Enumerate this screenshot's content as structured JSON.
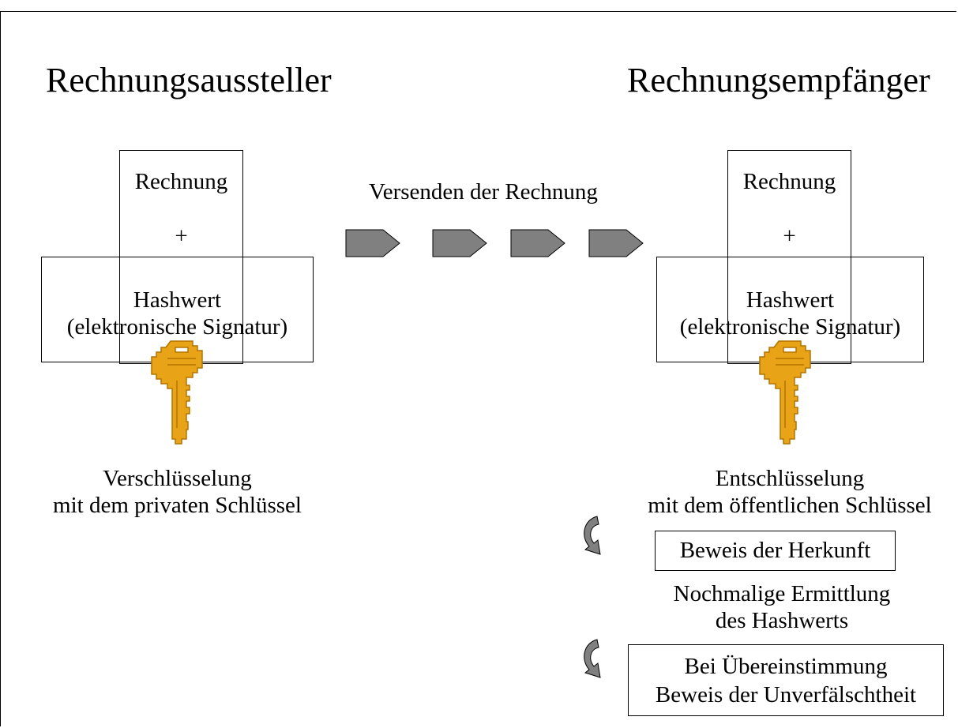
{
  "sender": {
    "title": "Rechnungsaussteller",
    "doc_label": "Rechnung",
    "plus": "+",
    "hash_label": "Hashwert",
    "signature_label": "(elektronische Signatur)",
    "caption_line1": "Verschlüsselung",
    "caption_line2": "mit dem privaten Schlüssel",
    "key_icon": "key-icon"
  },
  "transfer": {
    "label": "Versenden der Rechnung",
    "arrow_icon": "chevron-arrow-icon"
  },
  "receiver": {
    "title": "Rechnungsempfänger",
    "doc_label": "Rechnung",
    "plus": "+",
    "hash_label": "Hashwert",
    "signature_label": "(elektronische Signatur)",
    "caption_line1": "Entschlüsselung",
    "caption_line2": "mit dem öffentlichen Schlüssel",
    "key_icon": "key-icon",
    "proof_origin": "Beweis der Herkunft",
    "rehash_line1": "Nochmalige Ermittlung",
    "rehash_line2": "des Hashwerts",
    "match_line1": "Bei Übereinstimmung",
    "match_line2": "Beweis der  Unverfälschtheit"
  },
  "colors": {
    "key": "#E8A317",
    "key_dark": "#B37400",
    "arrow": "#808080",
    "line": "#000000"
  }
}
